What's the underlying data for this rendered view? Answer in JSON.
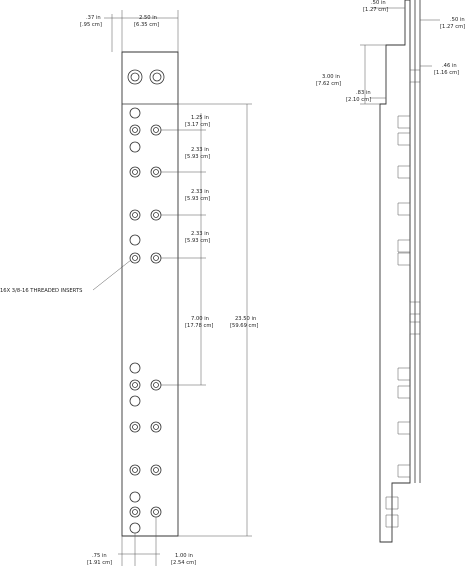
{
  "front_view": {
    "dims": {
      "width_edge": ".37 in",
      "width_edge_cm": "[.95 cm]",
      "width_total": "2.50 in",
      "width_total_cm": "[6.35 cm]",
      "first_offset": "1.25 in",
      "first_offset_cm": "[3.17 cm]",
      "spacing1": "2.33 in",
      "spacing1_cm": "[5.93 cm]",
      "spacing2": "2.33 in",
      "spacing2_cm": "[5.93 cm]",
      "spacing3": "2.33 in",
      "spacing3_cm": "[5.93 cm]",
      "gap": "7.00 in",
      "gap_cm": "[17.78 cm]",
      "overall": "23.50 in",
      "overall_cm": "[59.69 cm]",
      "bottom_left": ".75 in",
      "bottom_left_cm": "[1.91 cm]",
      "bottom_right": "1.00 in",
      "bottom_right_cm": "[2.54 cm]"
    },
    "callout": "16X 3/8-16 THREADED INSERTS"
  },
  "side_view": {
    "dims": {
      "top_offset": ".50 in",
      "top_offset_cm": "[1.27 cm]",
      "top_right": ".50 in",
      "top_right_cm": "[1.27 cm]",
      "depth": "3.00 in",
      "depth_cm": "[7.62 cm]",
      "step": ".83 in",
      "step_cm": "[2.10 cm]",
      "thickness": ".46 in",
      "thickness_cm": "[1.16 cm]"
    }
  }
}
